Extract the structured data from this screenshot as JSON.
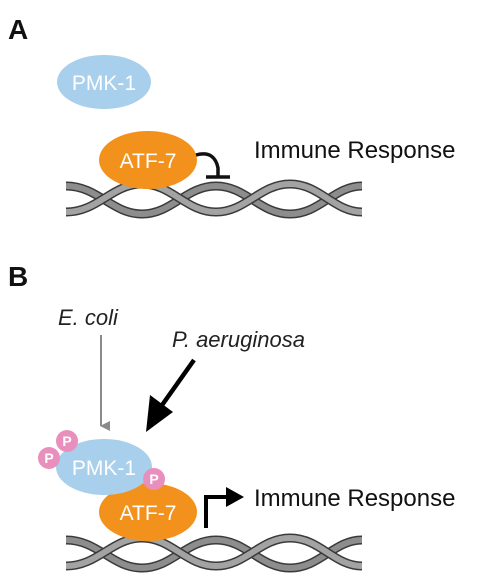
{
  "panels": [
    {
      "label": "A",
      "proteins": [
        "PMK-1",
        "ATF-7"
      ],
      "response_text": "Immune Response",
      "regulation": "repression"
    },
    {
      "label": "B",
      "proteins": [
        "PMK-1",
        "ATF-7"
      ],
      "response_text": "Immune Response",
      "regulation": "activation",
      "phospho_mark": "P",
      "inputs": [
        {
          "name": "E. coli",
          "arrow": "thin-gray"
        },
        {
          "name": "P. aeruginosa",
          "arrow": "thick-black"
        }
      ]
    }
  ],
  "colors": {
    "pmk1": "#a8cfeb",
    "atf7": "#f2911c",
    "phospho": "#e98fbd",
    "dna": "#7d7d7d",
    "dna_dark": "#3a3a3a",
    "ecoli_arrow": "#8a8a8a",
    "paeruginosa_arrow": "#000000"
  }
}
